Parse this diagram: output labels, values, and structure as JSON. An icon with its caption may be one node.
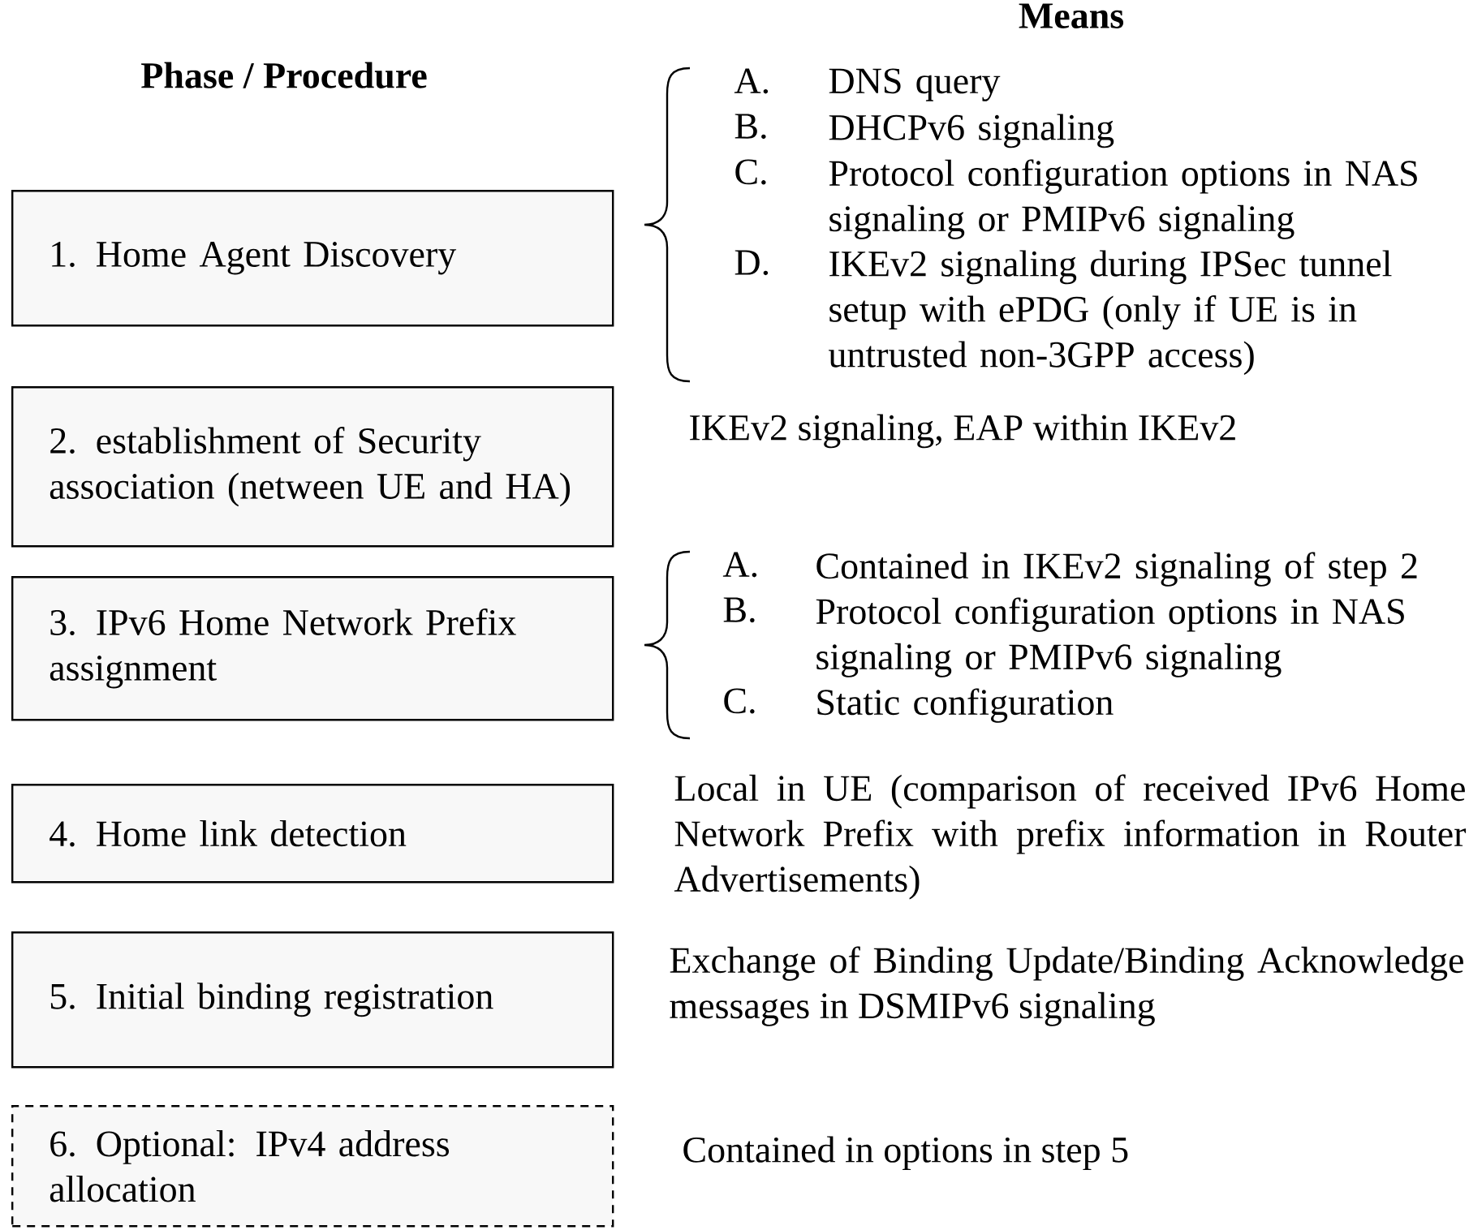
{
  "diagram": {
    "nodes": [
      {
        "text": [
          "1. Home Agent Discovery"
        ]
      },
      {
        "text": [
          "2. establishment of Security association (netween UE and HA)"
        ]
      },
      {
        "text": [
          "3. IPv6 Home Network Prefix assignment"
        ]
      },
      {
        "text": [
          "4. Home link detection"
        ]
      },
      {
        "text": [
          "5. Initial binding registration"
        ]
      },
      {
        "text": [
          "6. Optional: IPv4 address allocation"
        ]
      }
    ],
    "labels": [
      "Means",
      "Phase / Procedure",
      "A.",
      "DNS query",
      "B.",
      "DHCPv6 signaling",
      "C.",
      "Protocol configuration options in NAS signaling or PMIPv6 signaling",
      "D.",
      "IKEv2 signaling during IPSec tunnel setup with ePDG (only if UE is in untrusted non-3GPP access)",
      "IKEv2 signaling, EAP within IKEv2",
      "A.",
      "Contained in IKEv2 signaling of step 2",
      "B.",
      "Protocol configuration options in NAS signaling or PMIPv6 signaling",
      "C.",
      "Static configuration",
      "Local in UE (comparison of received IPv6 Home Network Prefix with prefix information in Router Advertisements)",
      "Exchange of Binding Update/Binding Acknowledge messages in DSMIPv6 signaling",
      "Contained in options in step 5"
    ]
  }
}
